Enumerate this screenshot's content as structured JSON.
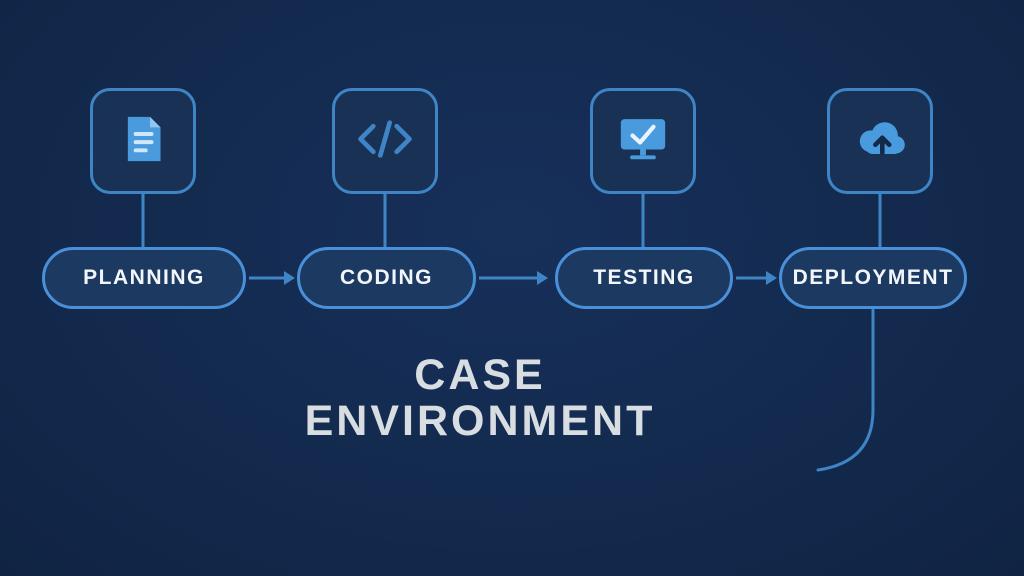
{
  "title": {
    "line1": "CASE",
    "line2": "ENVIRONMENT"
  },
  "stages": [
    {
      "label": "PLANNING",
      "icon": "document-icon"
    },
    {
      "label": "CODING",
      "icon": "code-icon"
    },
    {
      "label": "TESTING",
      "icon": "monitor-check-icon"
    },
    {
      "label": "DEPLOYMENT",
      "icon": "cloud-upload-icon"
    }
  ],
  "colors": {
    "background": "#132a4e",
    "box_border": "#3f85c6",
    "pill_border": "#4a90d9",
    "icon_fill": "#4a9ade",
    "line": "#3f85c6",
    "pill_text": "#f2f6fa",
    "title_text": "#d8dde2"
  }
}
